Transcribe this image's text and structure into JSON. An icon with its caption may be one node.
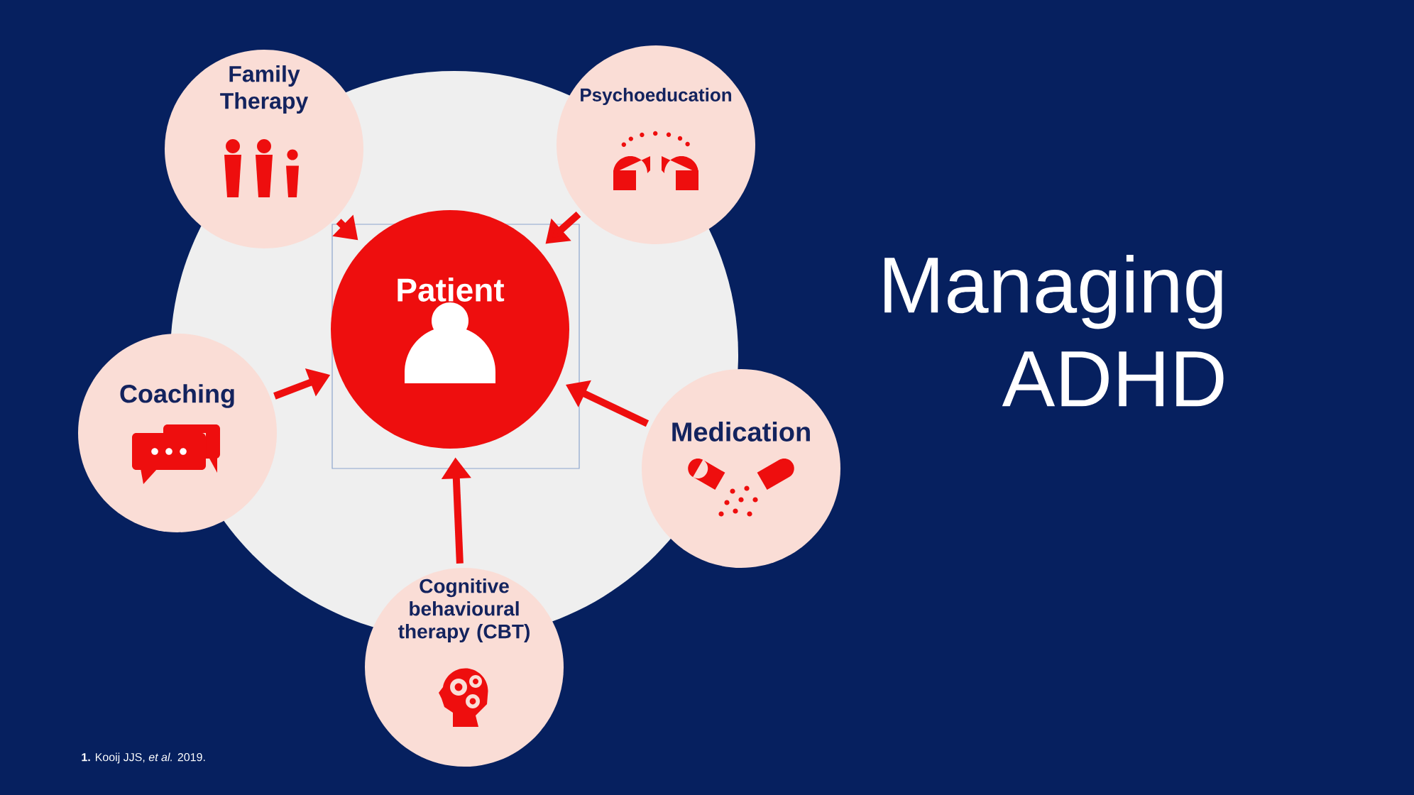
{
  "diagram": {
    "title": "Managing ADHD",
    "nodes": [
      {
        "text": [
          "Family Therapy"
        ]
      },
      {
        "text": [
          "Psychoeducation"
        ]
      },
      {
        "text": [
          "Patient"
        ]
      },
      {
        "text": [
          "Coaching"
        ]
      },
      {
        "text": [
          "Medication"
        ]
      },
      {
        "text": [
          "Cognitive behavioural therapy (CBT)"
        ]
      }
    ],
    "edges": [
      {
        "from": 0,
        "to": 2,
        "arrow": "to"
      },
      {
        "from": 1,
        "to": 2,
        "arrow": "to"
      },
      {
        "from": 3,
        "to": 2,
        "arrow": "to"
      },
      {
        "from": 4,
        "to": 2,
        "arrow": "to"
      },
      {
        "from": 5,
        "to": 2,
        "arrow": "to"
      }
    ],
    "labels": [
      "**1.** Kooij JJS, *et al.* 2019."
    ]
  }
}
